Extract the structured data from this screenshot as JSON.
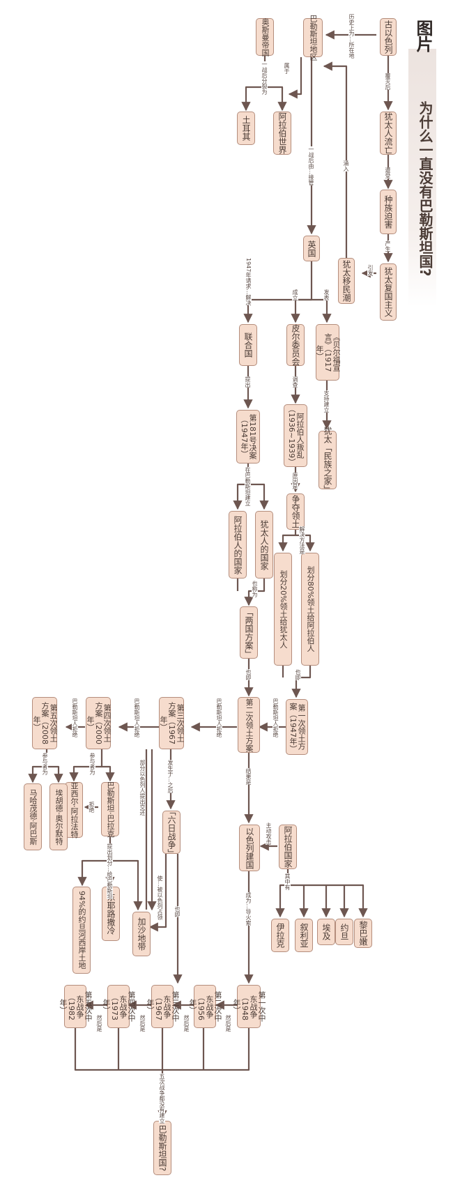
{
  "header": {
    "logo": "图片",
    "title": "为什么一直没有巴勒斯坦国?"
  },
  "nodes": {
    "n01": "古以色列",
    "n02": "犹太人流亡",
    "n03": "种族迫害",
    "n04": "犹太复国主义",
    "n05": "巴勒斯坦地区",
    "n06": "奥斯曼帝国",
    "n07": "阿拉伯世界",
    "n08": "土耳其",
    "n09": "英国",
    "n10": "犹太移民潮",
    "n11": "《贝尔福宣言》（1917年）",
    "n12": "犹太「民族之家」",
    "n13": "皮尔委员会",
    "n14": "阿拉伯人叛乱（1936~1939）",
    "n15": "争夺领土",
    "n16": "划分80%领土给阿拉伯人",
    "n17": "划分20%领土给犹太人",
    "n18": "第一次领土方案（1947年）",
    "n19": "联合国",
    "n20": "第181号决案（1947年）",
    "n21": "犹太人的国家",
    "n22": "阿拉伯人的国家",
    "n23": "「两国方案」",
    "n24": "第二次领土方案",
    "n25": "第三次领土方案（1967年）",
    "n26": "第四次领土方案（2000年）",
    "n27": "第五次领土方案（2008年）",
    "n28": "以色列建国",
    "n29": "阿拉伯国家",
    "n30": "黎巴嫩",
    "n31": "约旦",
    "n32": "埃及",
    "n33": "叙利亚",
    "n34": "伊拉克",
    "n35": "「六日战争」",
    "n36": "巴勒斯坦·巴拉克",
    "n37": "亚西尔·阿拉法特",
    "n38": "埃胡德·奥尔默特",
    "n39": "马哈茂德·阿巴斯",
    "n40": "94%的约旦河西岸土地",
    "n41": "东耶路撒冷",
    "n42": "加沙地带",
    "n43": "第一次中东战争（1948年）",
    "n44": "第二次中东战争（1956年）",
    "n45": "第三次中东战争（1967年）",
    "n46": "第四次中东战争（1973年）",
    "n47": "第五次中东战争（1982年）",
    "n48": "巴勒斯坦国?"
  },
  "edges": {
    "e01": "历史上为…所在地",
    "e02": "覆灭后",
    "e03": "遭受",
    "e04": "产生",
    "e05": "引发",
    "e06": "属于",
    "e07": "一战后分裂为",
    "e08": "一战后由…接管",
    "e09": "涌入",
    "e10": "发表",
    "e11": "支持建立",
    "e12": "成立",
    "e13": "调查",
    "e14": "原因是",
    "e15": "解决方法是",
    "e16": "也即",
    "e17": "巴勒斯坦人拒绝",
    "e18": "1947年请求…解决",
    "e19": "提出",
    "e20": "在巴勒斯坦建立",
    "e21": "也称为",
    "e22": "也即",
    "e23": "巴勒斯坦人拒绝",
    "e24": "巴勒斯坦人拒绝",
    "e25": "巴勒斯坦人拒绝",
    "e26": "结果是",
    "e27": "主动攻击",
    "e28": "其中有",
    "e29": "成为…导火索",
    "e30": "发生于…之后",
    "e31": "部分以色列人提出交还",
    "e32": "也即",
    "e33": "使…被以色列占领",
    "e34": "参与者为",
    "e35": "参与者为",
    "e36": "拒绝",
    "e37": "提出划分…给巴勒斯坦",
    "e38": "然后是",
    "e39": "然后是",
    "e40": "然后是",
    "e41": "然后是",
    "e42": "五次战争都没有建立"
  }
}
